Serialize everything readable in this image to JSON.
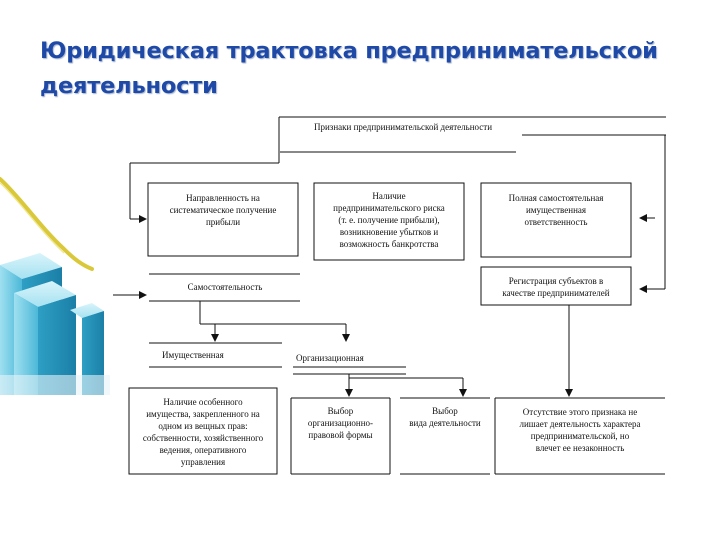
{
  "slide": {
    "title": "Юридическая трактовка предпринимательской деятельности"
  },
  "diagram": {
    "header": "Признаки  предпринимательской деятельности",
    "boxes": {
      "profit": "Направленность на\nсистематическое  получение\nприбыли",
      "risk": "Наличие\nпредпринимательского риска\n(т. е. получение  прибыли),\nвозникновение  убытков  и\nвозможность  банкротства",
      "liability": "Полная самостоятельная\nимущественная\nответственность",
      "independence": "Самостоятельность",
      "registration": "Регистрация субъектов  в\nкачестве  предпринимателей",
      "property_label": "Имущественная",
      "organizational_label": "Организационная",
      "special_property": "Наличие особенного\nимущества, закрепленного на\nодном из вещных прав:\nсобственности, хозяйственного\nведения, оперативного\nуправления",
      "legal_form": "Выбор\nорганизационно-\nправовой  формы",
      "activity_type": "Выбор\nвида деятельности",
      "absence": "Отсутствие этого признака  не\nлишает  деятельность характера\nпредпринимательской, но\nвлечет ее незаконность"
    }
  },
  "colors": {
    "title": "#1f49a6",
    "line": "#111111",
    "decor_bars": "#5fc3de",
    "decor_curve": "#d9c93a"
  }
}
